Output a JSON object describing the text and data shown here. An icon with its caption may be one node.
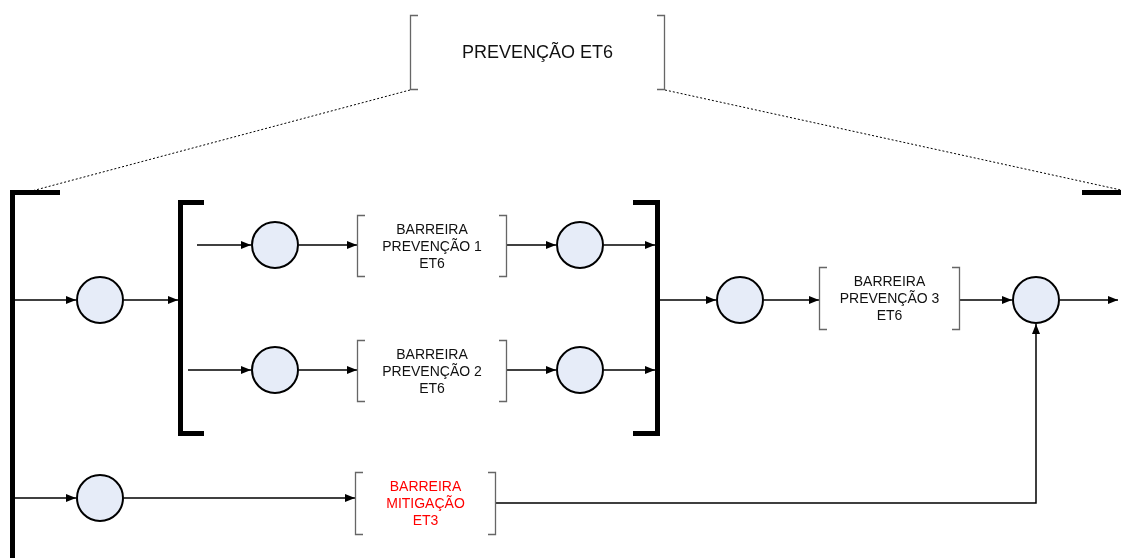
{
  "diagram": {
    "nodes": [
      {
        "text": [
          "PREVENÇÃO ET6"
        ]
      },
      {
        "text": [],
        "shape": "bracket"
      },
      {
        "text": [],
        "shape": "bracket"
      },
      {
        "text": [],
        "shape": "circle"
      },
      {
        "text": [],
        "shape": "bracket"
      },
      {
        "text": [],
        "shape": "circle"
      },
      {
        "text": [
          "BARREIRA PREVENÇÃO 1 ET6"
        ]
      },
      {
        "text": [],
        "shape": "circle"
      },
      {
        "text": [],
        "shape": "circle"
      },
      {
        "text": [
          "BARREIRA PREVENÇÃO 2 ET6"
        ]
      },
      {
        "text": [],
        "shape": "circle"
      },
      {
        "text": [],
        "shape": "bracket"
      },
      {
        "text": [],
        "shape": "circle"
      },
      {
        "text": [
          "BARREIRA PREVENÇÃO 3 ET6"
        ]
      },
      {
        "text": [],
        "shape": "circle"
      },
      {
        "text": [],
        "shape": "circle"
      },
      {
        "text": [
          "BARREIRA MITIGAÇÃO ET3"
        ]
      }
    ],
    "edges": [
      {
        "from": 0,
        "to": 1,
        "arrow": "none",
        "style": "dashed"
      },
      {
        "from": 0,
        "to": 2,
        "arrow": "none",
        "style": "dashed"
      },
      {
        "from": 1,
        "to": 3,
        "arrow": "to"
      },
      {
        "from": 3,
        "to": 4,
        "arrow": "to"
      },
      {
        "from": 4,
        "to": 5,
        "arrow": "to"
      },
      {
        "from": 5,
        "to": 6,
        "arrow": "to"
      },
      {
        "from": 6,
        "to": 7,
        "arrow": "to"
      },
      {
        "from": 7,
        "to": 11,
        "arrow": "to"
      },
      {
        "from": 4,
        "to": 8,
        "arrow": "to"
      },
      {
        "from": 8,
        "to": 9,
        "arrow": "to"
      },
      {
        "from": 9,
        "to": 10,
        "arrow": "to"
      },
      {
        "from": 10,
        "to": 11,
        "arrow": "to"
      },
      {
        "from": 11,
        "to": 12,
        "arrow": "to"
      },
      {
        "from": 12,
        "to": 13,
        "arrow": "to"
      },
      {
        "from": 13,
        "to": 14,
        "arrow": "to"
      },
      {
        "from": 14,
        "to": null,
        "arrow": "to"
      },
      {
        "from": 1,
        "to": 15,
        "arrow": "to"
      },
      {
        "from": 15,
        "to": 16,
        "arrow": "to"
      },
      {
        "from": 16,
        "to": 14,
        "arrow": "to"
      }
    ]
  }
}
